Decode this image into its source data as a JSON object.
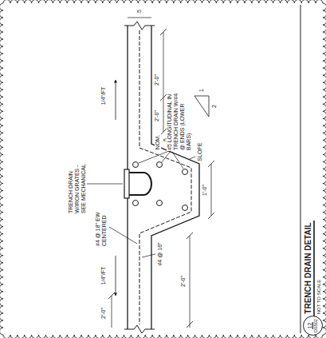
{
  "diagram": {
    "title": "TRENCH DRAIN DETAIL",
    "caption": "NOT TO SCALE",
    "nodes": [
      {
        "text": [
          "12",
          "DS502"
        ]
      }
    ],
    "labels": [
      ".5",
      "2'-0\"",
      "2'-0\"",
      "NOM.",
      ".5",
      "#5 LONGITUDINAL IN TRENCH DRAIN W/#4 @ ENDS (LOWER BARS)",
      "SLOPE",
      "1",
      "2",
      "1'-0\"",
      "#4 @ 16\"",
      "2'-0\"",
      "TRENCH DRAIN W/IRON GRATES - SEE MECHANICAL",
      "#4 @ 18\" EW CENTERED",
      "1/4\"/FT",
      "1/4\"/FT",
      "2'-0\""
    ]
  }
}
